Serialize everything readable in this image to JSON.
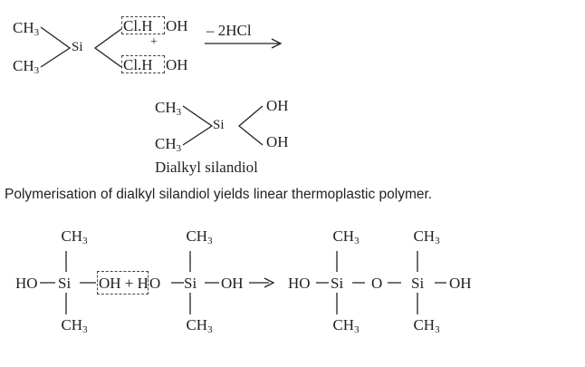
{
  "reaction1": {
    "ch3": "CH",
    "sub3": "3",
    "si": "Si",
    "cl_h": "Cl.H",
    "oh": "OH",
    "plus": "+",
    "condition": "– 2HCl"
  },
  "product1": {
    "ch3": "CH",
    "sub3": "3",
    "si": "Si",
    "oh": "OH",
    "name": "Dialkyl silandiol"
  },
  "sentence": "Polymerisation of dialkyl silandiol yields linear thermoplastic polymer.",
  "reaction2": {
    "ho": "HO",
    "si": "Si",
    "oh_plus_h": "OH + H",
    "o": "O",
    "oh": "OH",
    "ch3": "CH",
    "sub3": "3"
  }
}
